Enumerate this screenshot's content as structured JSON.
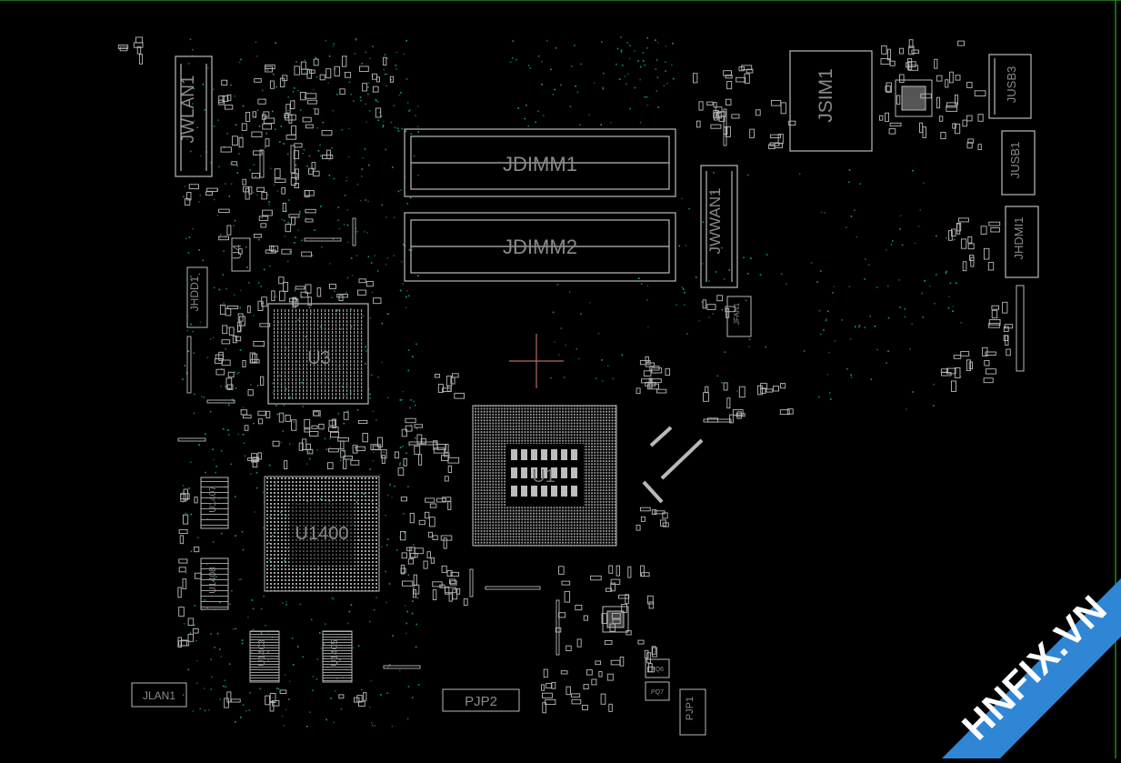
{
  "board": {
    "labels": {
      "jwlan1": "JWLAN1",
      "jdimm1": "JDIMM1",
      "jdimm2": "JDIMM2",
      "jsim1": "JSIM1",
      "jusb3": "JUSB3",
      "jusb1": "JUSB1",
      "jhdmi1": "JHDMI1",
      "jwwan1": "JWWAN1",
      "jfan1": "JFAN1",
      "jhdd1": "JHDD1",
      "u4": "U4",
      "u3": "U3",
      "u1": "U1",
      "u1400": "U1400",
      "u1407": "U1407",
      "u1408": "U1408",
      "u1403": "U1403",
      "u1405": "U1405",
      "jlan1": "JLAN1",
      "pjp2": "PJP2",
      "pjp1": "PJP1",
      "pq6": "PQ6",
      "pq7": "PQ7"
    }
  },
  "watermark": {
    "text": "HNFIX.VN",
    "colors": {
      "band": "#2f86d4",
      "text": "#ffffff",
      "accent": "#e53935"
    }
  },
  "colors": {
    "background": "#000000",
    "outline": "#b9b9b9",
    "label": "#8a8a8a",
    "via": "#1fa7a0",
    "crosshair": "#b06a6a",
    "border": "#1d8a1d"
  }
}
